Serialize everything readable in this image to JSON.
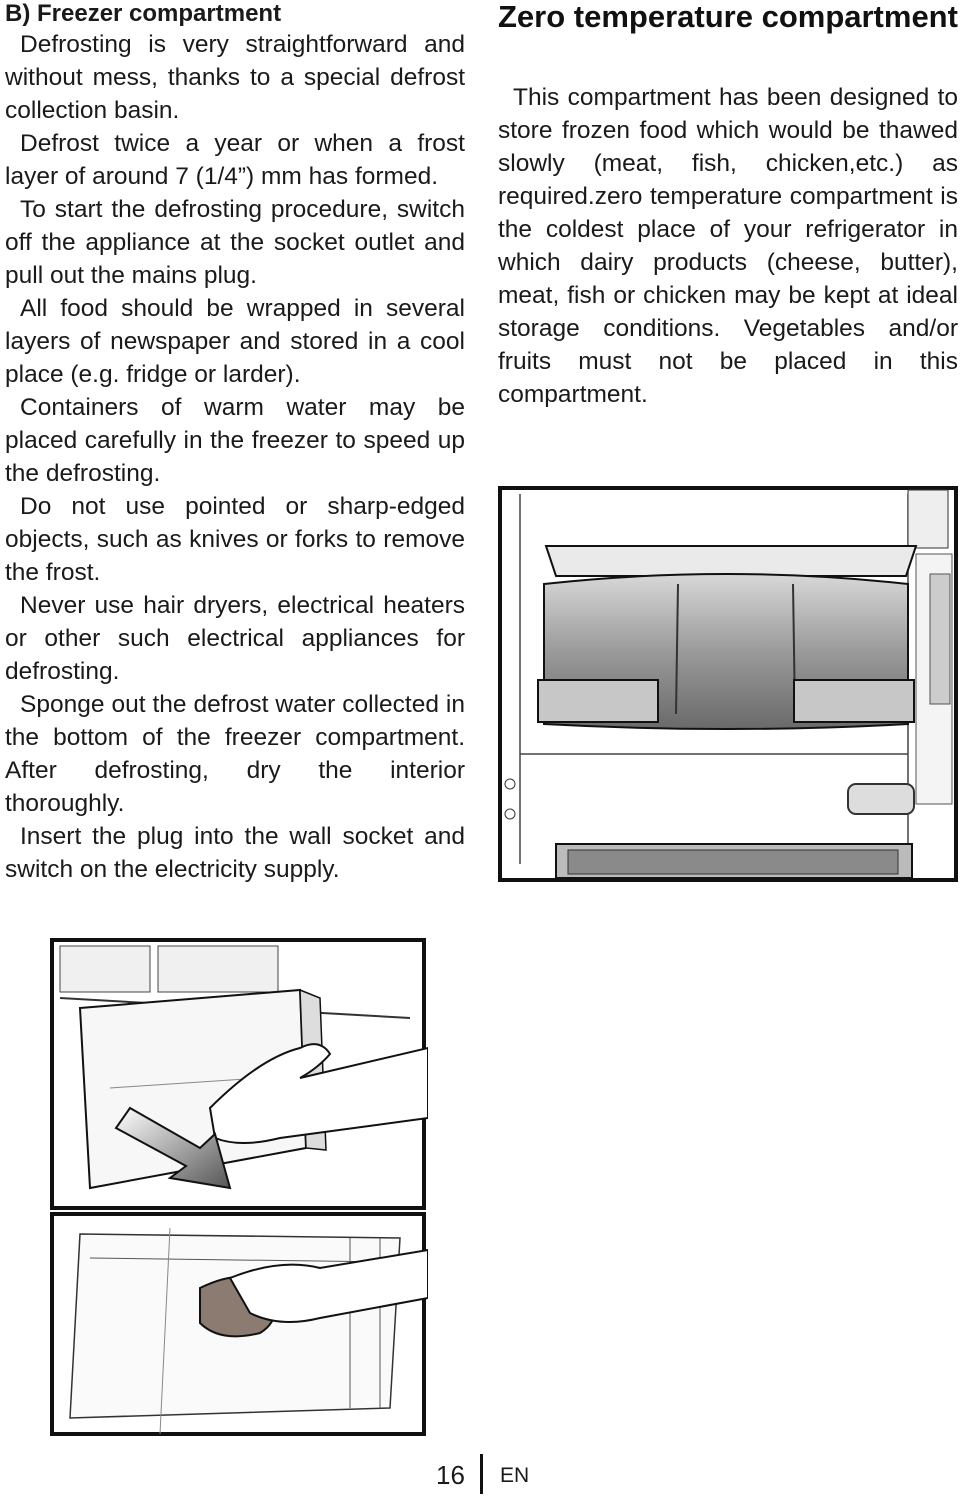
{
  "left": {
    "heading": "B) Freezer compartment",
    "paragraphs": [
      "Defrosting is very straightforward and without mess, thanks to a special defrost collection basin.",
      "Defrost twice a year or when a frost layer of around 7 (1/4”) mm has formed.",
      "To start the defrosting procedure, switch off the appliance at the socket outlet and pull out the mains plug.",
      "All food should be wrapped in several layers of newspaper and stored in a cool place (e.g. fridge or larder).",
      "Containers of warm water may be placed carefully in the freezer to speed up the defrosting.",
      "Do not use pointed or sharp-edged objects, such as knives or forks to remove the frost.",
      "Never use hair dryers, electrical heaters or other such electrical appliances for defrosting.",
      "Sponge out the defrost water collected in the bottom of the freezer compartment. After defrosting, dry the interior thoroughly.",
      "Insert the plug into the wall socket and switch on the electricity supply."
    ]
  },
  "right": {
    "heading": "Zero temperature compartment",
    "paragraph": "This compartment has been designed to store frozen food which would be thawed slowly (meat, fish, chicken,etc.) as required.zero temperature compartment is the coldest place of your refrigerator in which dairy products (cheese, butter), meat, fish or chicken may be kept at ideal storage conditions. Vegetables and/or fruits must not be placed in this compartment."
  },
  "footer": {
    "page_number": "16",
    "language": "EN"
  }
}
